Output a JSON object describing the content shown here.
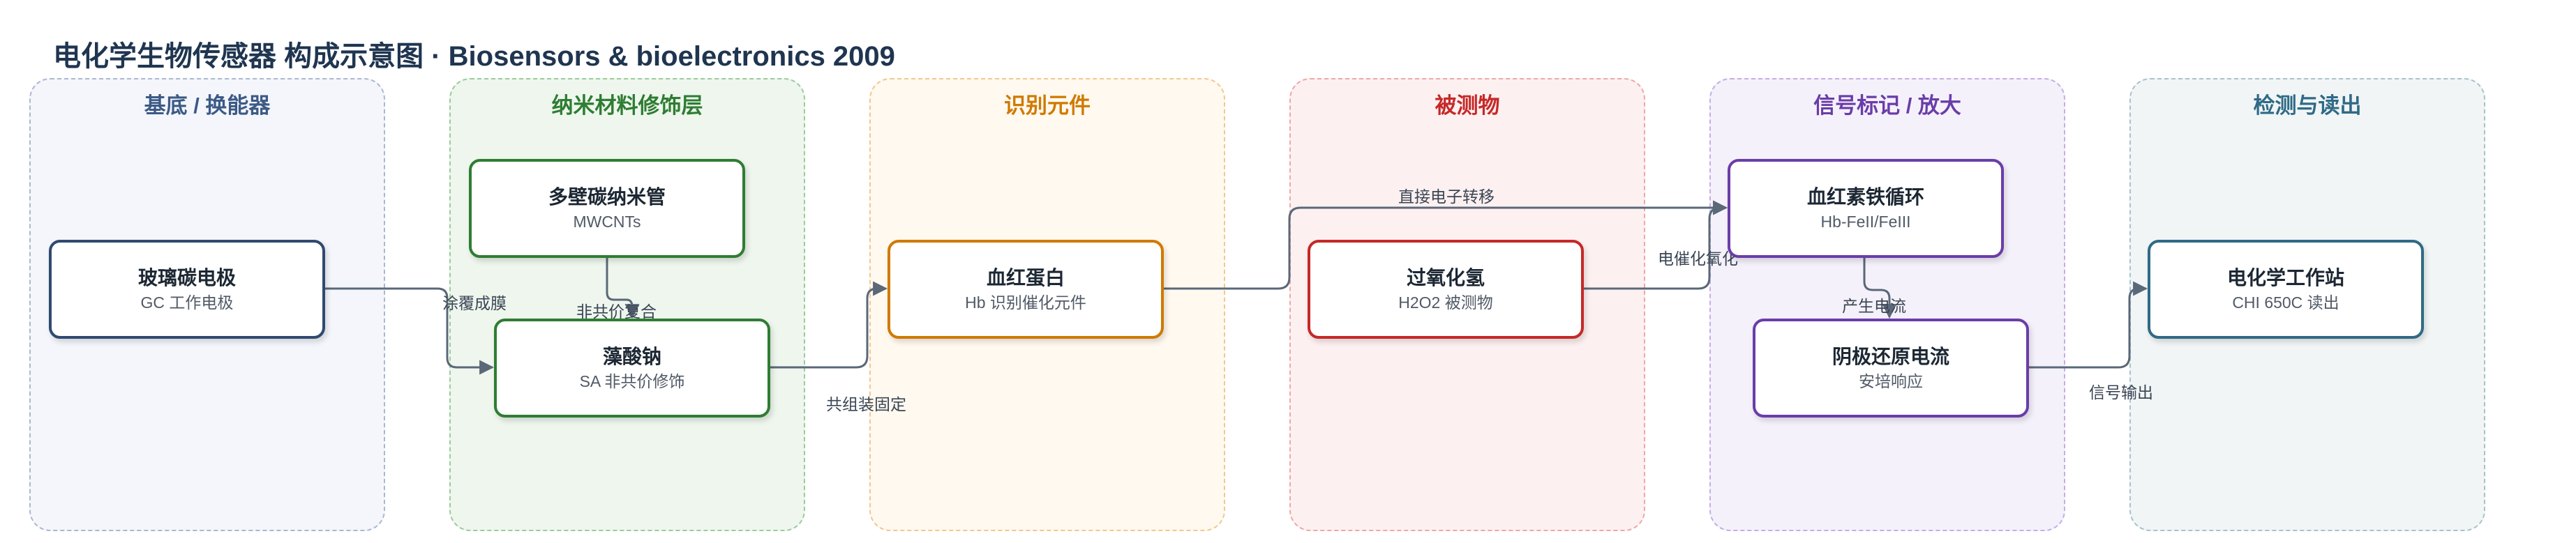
{
  "title": "电化学生物传感器 构成示意图 · Biosensors & bioelectronics 2009",
  "lanes": [
    {
      "title": "基底 / 换能器",
      "color": "#3c5a86",
      "bg": "#f4f6fb",
      "border": "#aab8d0"
    },
    {
      "title": "纳米材料修饰层",
      "color": "#2e7d32",
      "bg": "#eef6ee",
      "border": "#9ccb9c"
    },
    {
      "title": "识别元件",
      "color": "#d07a00",
      "bg": "#fff9ef",
      "border": "#f0c890"
    },
    {
      "title": "被测物",
      "color": "#c62828",
      "bg": "#fdf0f0",
      "border": "#eda8a8"
    },
    {
      "title": "信号标记 / 放大",
      "color": "#6a3da8",
      "bg": "#f5f1fb",
      "border": "#c3aee6"
    },
    {
      "title": "检测与读出",
      "color": "#2f6a86",
      "bg": "#f1f5f6",
      "border": "#a9c2cc"
    }
  ],
  "nodes": {
    "gce": {
      "name": "玻璃碳电极",
      "sub": "GC 工作电极",
      "color": "#2f4a70"
    },
    "mwcnt": {
      "name": "多壁碳纳米管",
      "sub": "MWCNTs",
      "color": "#2e7d32"
    },
    "sa": {
      "name": "藻酸钠",
      "sub": "SA 非共价修饰",
      "color": "#2e7d32"
    },
    "hb": {
      "name": "血红蛋白",
      "sub": "Hb 识别催化元件",
      "color": "#d07a00"
    },
    "h2o2": {
      "name": "过氧化氢",
      "sub": "H2O2 被测物",
      "color": "#c62828"
    },
    "cycle": {
      "name": "血红素铁循环",
      "sub": "Hb-FeII/FeIII",
      "color": "#6a3da8"
    },
    "current": {
      "name": "阴极还原电流",
      "sub": "安培响应",
      "color": "#6a3da8"
    },
    "chi": {
      "name": "电化学工作站",
      "sub": "CHI 650C 读出",
      "color": "#2f6a86"
    }
  },
  "edges": {
    "coat": "涂覆成膜",
    "noncovalent": "非共价复合",
    "coassembly": "共组装固定",
    "direct_et": "直接电子转移",
    "electrocatalytic": "电催化氧化",
    "produce_current": "产生电流",
    "signal_out": "信号输出"
  },
  "edge_color": "#5a6878"
}
